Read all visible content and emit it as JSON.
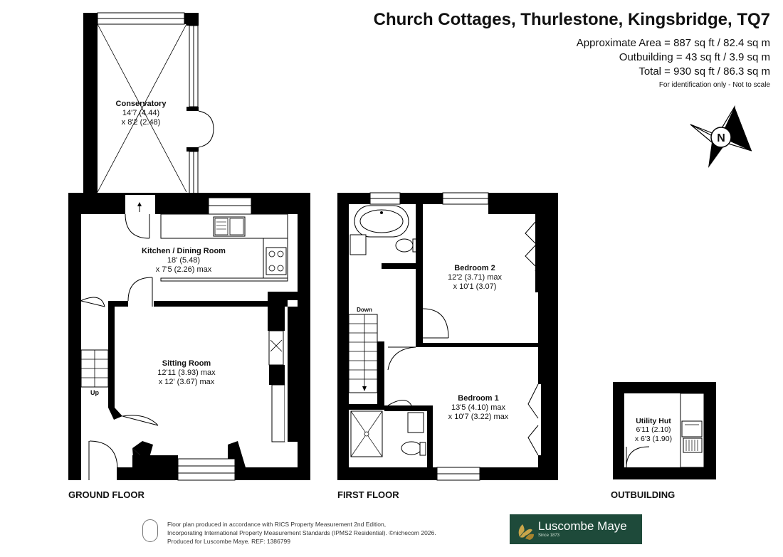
{
  "header": {
    "title": "Church Cottages, Thurlestone, Kingsbridge, TQ7",
    "area": "Approximate Area = 887 sq ft / 82.4 sq m",
    "outbuilding": "Outbuilding = 43 sq ft / 3.9 sq m",
    "total": "Total = 930 sq ft / 86.3 sq m",
    "note": "For identification only - Not to scale"
  },
  "compass": {
    "letter": "N"
  },
  "rooms": {
    "conservatory": {
      "name": "Conservatory",
      "dim1": "14'7 (4.44)",
      "dim2": "x 8'2 (2.48)"
    },
    "kitchen": {
      "name": "Kitchen / Dining Room",
      "dim1": "18' (5.48)",
      "dim2": "x 7'5 (2.26) max"
    },
    "sitting": {
      "name": "Sitting Room",
      "dim1": "12'11 (3.93) max",
      "dim2": "x 12' (3.67) max"
    },
    "bedroom2": {
      "name": "Bedroom 2",
      "dim1": "12'2 (3.71) max",
      "dim2": "x 10'1 (3.07)"
    },
    "bedroom1": {
      "name": "Bedroom 1",
      "dim1": "13'5 (4.10) max",
      "dim2": "x 10'7 (3.22) max"
    },
    "utility": {
      "name": "Utility Hut",
      "dim1": "6'11 (2.10)",
      "dim2": "x 6'3 (1.90)"
    }
  },
  "stair_labels": {
    "up": "Up",
    "down": "Down"
  },
  "floors": {
    "ground": "GROUND FLOOR",
    "first": "FIRST FLOOR",
    "outbuilding": "OUTBUILDING"
  },
  "footer": {
    "line1": "Floor plan produced in accordance with RICS Property Measurement 2nd Edition,",
    "line2": "Incorporating International Property Measurement Standards (IPMS2 Residential).  ©nichecom 2026.",
    "line3": "Produced for Luscombe Maye.   REF: 1386799"
  },
  "logo": {
    "name": "Luscombe Maye",
    "since": "Since 1873",
    "color": "#1e4a3a"
  },
  "colors": {
    "wall": "#000000",
    "background": "#ffffff"
  }
}
